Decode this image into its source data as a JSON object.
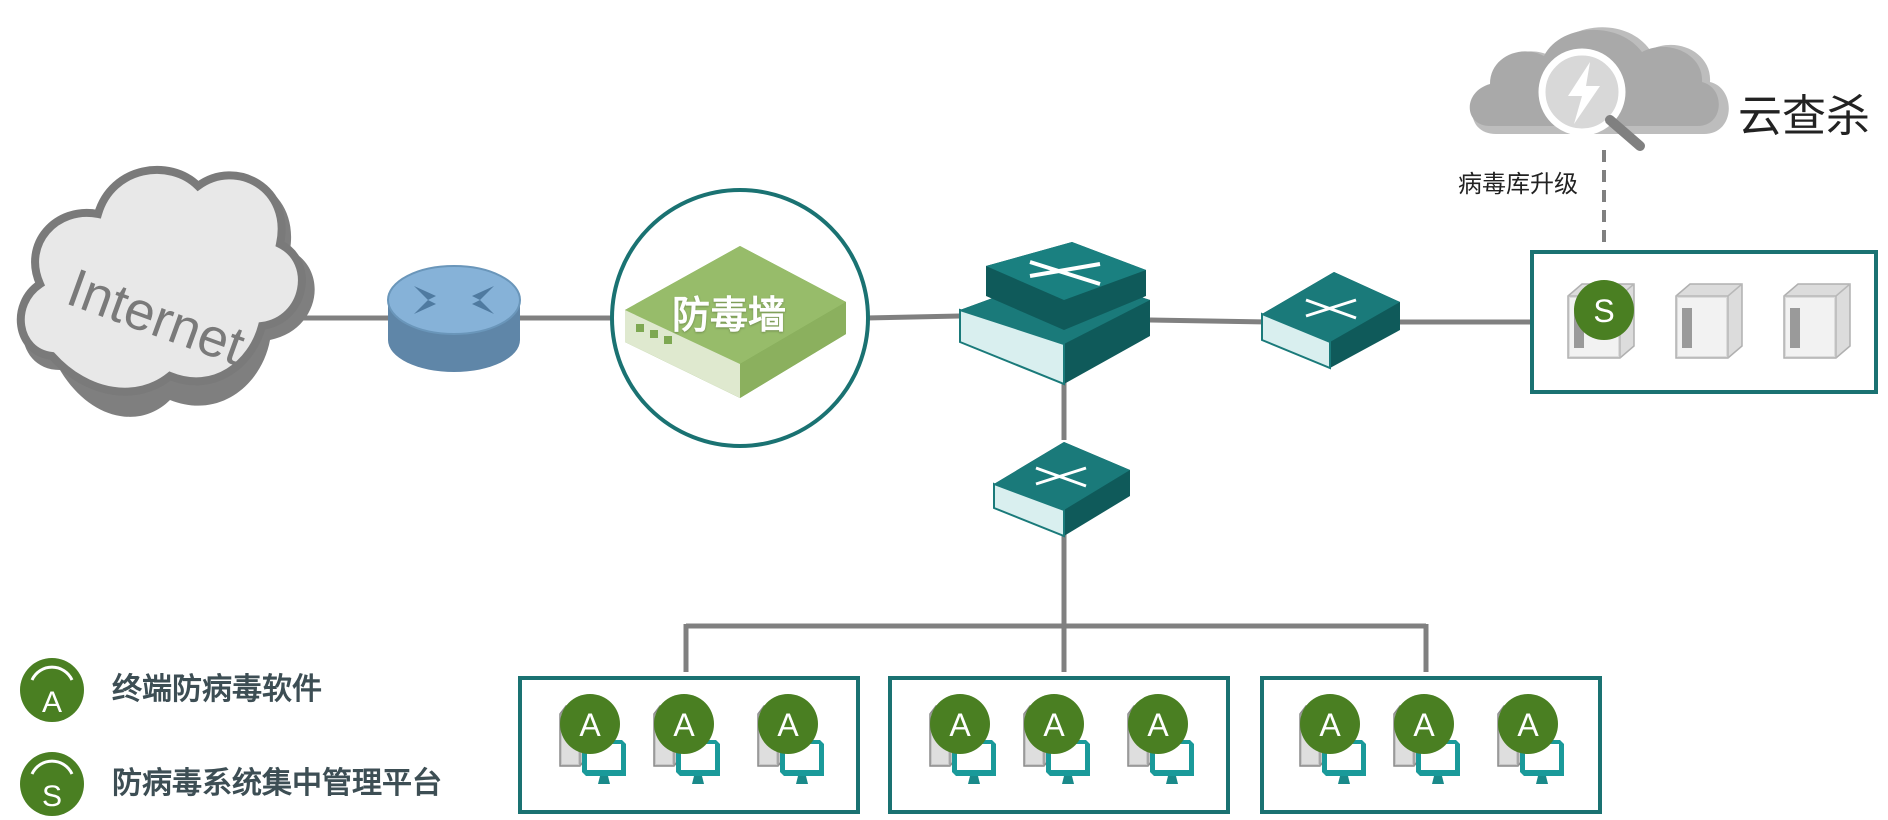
{
  "nodes": {
    "internet": {
      "label": "Internet"
    },
    "firewall": {
      "label": "防毒墙"
    },
    "cloud_scan": {
      "label": "云查杀"
    },
    "virus_update": {
      "label": "病毒库升级"
    },
    "server_badge": {
      "letter": "S"
    },
    "client_badge": {
      "letter": "A"
    }
  },
  "legend": {
    "a": {
      "letter": "A",
      "label": "终端防病毒软件"
    },
    "s": {
      "letter": "S",
      "label": "防病毒系统集中管理平台"
    }
  },
  "colors": {
    "teal": "#1a7272",
    "teal_dark": "#0f5757",
    "badge_green": "#4a7f22",
    "firewall_green": "#86ad5a",
    "router_blue": "#7aa6cc",
    "line_gray": "#808080"
  }
}
